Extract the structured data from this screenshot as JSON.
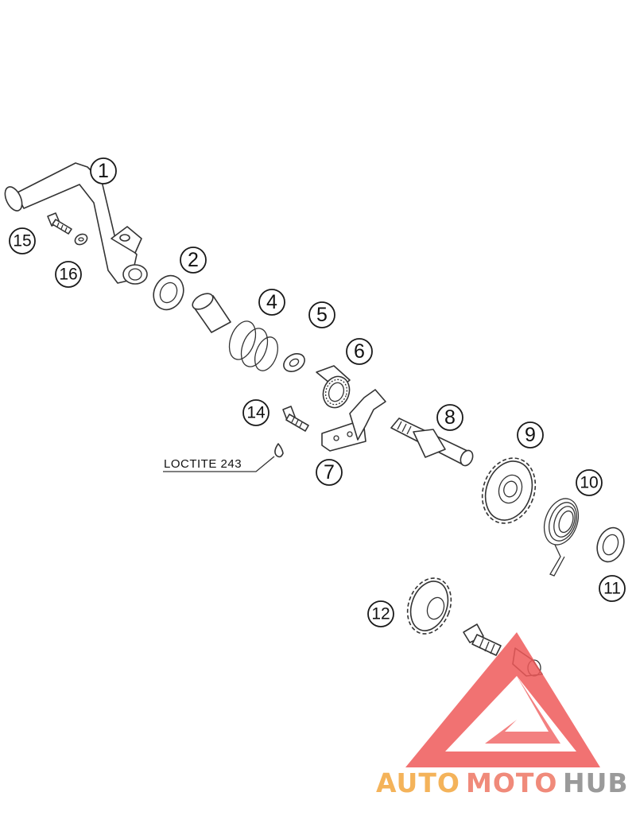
{
  "callouts": {
    "c1": "1",
    "c2": "2",
    "c4": "4",
    "c5": "5",
    "c6": "6",
    "c7": "7",
    "c8": "8",
    "c9": "9",
    "c10": "10",
    "c11": "11",
    "c12": "12",
    "c14": "14",
    "c15": "15",
    "c16": "16"
  },
  "annotation": {
    "loctite": "LOCTITE 243"
  },
  "watermark": {
    "part1": "AUTO",
    "part2": "MOTO",
    "part3": "HUB",
    "colors": {
      "auto": "#f4b35a",
      "moto": "#f08a7a",
      "hub": "#9a9a9a",
      "logo": "#ef5a5a"
    }
  }
}
